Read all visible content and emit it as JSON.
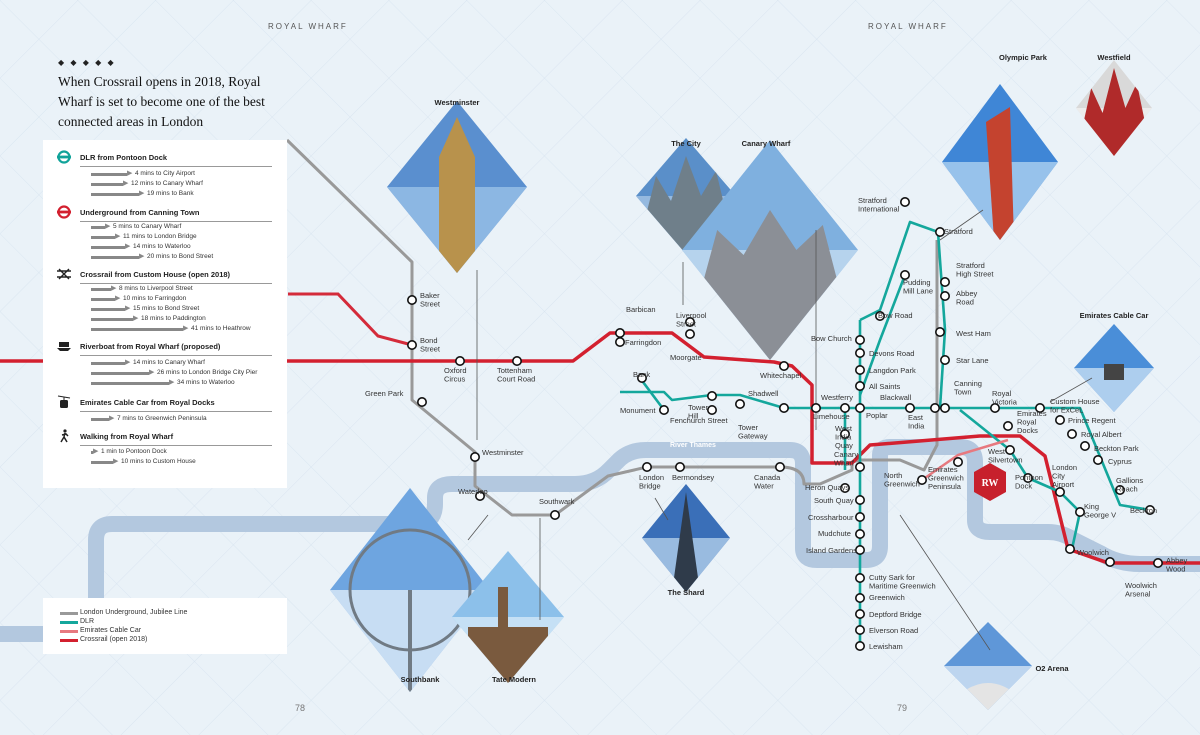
{
  "header": {
    "left": "ROYAL WHARF",
    "right": "ROYAL WHARF"
  },
  "pages": {
    "left": "78",
    "right": "79"
  },
  "headline_dots": "◆ ◆ ◆ ◆ ◆",
  "headline": "When Crossrail opens in 2018, Royal Wharf is set to become one of the best connected areas in London",
  "sections": [
    {
      "title": "DLR from Pontoon Dock",
      "icon": "dlr-roundel-icon",
      "color": "#11a39a",
      "rows": [
        {
          "text": "4 mins to City Airport",
          "w": 36
        },
        {
          "text": "12 mins to Canary Wharf",
          "w": 32
        },
        {
          "text": "19 mins to Bank",
          "w": 48
        }
      ]
    },
    {
      "title": "Underground from Canning Town",
      "icon": "underground-roundel-icon",
      "color": "#d3202f",
      "rows": [
        {
          "text": "5 mins to Canary Wharf",
          "w": 14
        },
        {
          "text": "11 mins to London Bridge",
          "w": 24
        },
        {
          "text": "14 mins to Waterloo",
          "w": 34
        },
        {
          "text": "20 mins to Bond Street",
          "w": 48
        }
      ]
    },
    {
      "title": "Crossrail from Custom House (open 2018)",
      "icon": "crossrail-icon",
      "color": "#222222",
      "rows": [
        {
          "text": "8 mins to Liverpool Street",
          "w": 20
        },
        {
          "text": "10 mins to Farringdon",
          "w": 24
        },
        {
          "text": "15 mins to Bond Street",
          "w": 34
        },
        {
          "text": "18 mins to Paddington",
          "w": 42
        },
        {
          "text": "41 mins to Heathrow",
          "w": 92
        }
      ]
    },
    {
      "title": "Riverboat from Royal Wharf (proposed)",
      "icon": "riverboat-icon",
      "color": "#222222",
      "rows": [
        {
          "text": "14 mins to Canary Wharf",
          "w": 34
        },
        {
          "text": "26 mins to London Bridge City Pier",
          "w": 58
        },
        {
          "text": "34 mins to Waterloo",
          "w": 78
        }
      ]
    },
    {
      "title": "Emirates Cable Car from Royal Docks",
      "icon": "cable-car-icon",
      "color": "#222222",
      "rows": [
        {
          "text": "7 mins to Greenwich Peninsula",
          "w": 18
        }
      ]
    },
    {
      "title": "Walking from Royal Wharf",
      "icon": "walking-person-icon",
      "color": "#222222",
      "rows": [
        {
          "text": "1 min to Pontoon Dock",
          "w": 2
        },
        {
          "text": "10 mins to Custom House",
          "w": 22
        }
      ]
    }
  ],
  "legend": [
    {
      "label": "London Underground, Jubilee Line",
      "color": "#999999"
    },
    {
      "label": "DLR",
      "color": "#14a79c"
    },
    {
      "label": "Emirates Cable Car",
      "color": "#e7797f"
    },
    {
      "label": "Crossrail (open 2018)",
      "color": "#d3202f"
    }
  ],
  "colors": {
    "background": "#eaf2f8",
    "river": "#b6c9e0",
    "crossrail": "#d3202f",
    "jubilee": "#999999",
    "dlr": "#14a79c",
    "cable_car": "#e7797f",
    "brand_badge": "#c7202c"
  },
  "river_label": "River Thames",
  "photos": [
    {
      "name": "westminster",
      "label": "Westminster",
      "scene": "big-ben-clock-tower",
      "colors": [
        "#5a8fcf",
        "#9ec4ea",
        "#b8924c"
      ]
    },
    {
      "name": "the-city",
      "label": "The City",
      "scene": "gherkin-skyline",
      "colors": [
        "#5a8fc9",
        "#a9c7e6",
        "#6f7f8a"
      ]
    },
    {
      "name": "canary-wharf",
      "label": "Canary Wharf",
      "scene": "canary-wharf-towers",
      "colors": [
        "#7fb0df",
        "#c8dff2",
        "#8b8f96"
      ]
    },
    {
      "name": "olympic-park",
      "label": "Olympic Park",
      "scene": "arcelormittal-orbit",
      "colors": [
        "#3f86d6",
        "#b5d5f2",
        "#c4432f"
      ]
    },
    {
      "name": "westfield",
      "label": "Westfield",
      "scene": "shopping-centre",
      "colors": [
        "#d9d9d9",
        "#f2f2f2",
        "#b02a2a"
      ]
    },
    {
      "name": "emirates-cable-car",
      "label": "Emirates Cable Car",
      "scene": "cable-car-gondola",
      "colors": [
        "#4a8ed8",
        "#cfe3f6",
        "#444"
      ]
    },
    {
      "name": "southbank",
      "label": "Southbank",
      "scene": "london-eye",
      "colors": [
        "#6ea5e0",
        "#e6f0f9",
        "#707a84"
      ]
    },
    {
      "name": "tate-modern",
      "label": "Tate Modern",
      "scene": "tate-modern-chimney",
      "colors": [
        "#8cc0ea",
        "#d8ebf8",
        "#7a5a3e"
      ]
    },
    {
      "name": "the-shard",
      "label": "The Shard",
      "scene": "shard-tower",
      "colors": [
        "#3a6fb8",
        "#b9d4ee",
        "#2f3b4a"
      ]
    },
    {
      "name": "o2-arena",
      "label": "O2 Arena",
      "scene": "o2-dome",
      "colors": [
        "#5f97d8",
        "#dceaf7",
        "#e4e4e4"
      ]
    }
  ],
  "stations": [
    {
      "id": "baker-street",
      "label": "Baker\nStreet"
    },
    {
      "id": "bond-street",
      "label": "Bond\nStreet"
    },
    {
      "id": "oxford-circus",
      "label": "Oxford\nCircus"
    },
    {
      "id": "tottenham-court-road",
      "label": "Tottenham\nCourt Road"
    },
    {
      "id": "green-park",
      "label": "Green Park"
    },
    {
      "id": "westminster",
      "label": "Westminster"
    },
    {
      "id": "waterloo",
      "label": "Waterloo"
    },
    {
      "id": "southwark",
      "label": "Southwark"
    },
    {
      "id": "london-bridge",
      "label": "London\nBridge"
    },
    {
      "id": "bermondsey",
      "label": "Bermondsey"
    },
    {
      "id": "canada-water",
      "label": "Canada\nWater"
    },
    {
      "id": "barbican",
      "label": "Barbican"
    },
    {
      "id": "farringdon",
      "label": "Farringdon"
    },
    {
      "id": "liverpool-street",
      "label": "Liverpool\nStreet"
    },
    {
      "id": "moorgate",
      "label": "Moorgate"
    },
    {
      "id": "whitechapel",
      "label": "Whitechapel"
    },
    {
      "id": "bank",
      "label": "Bank"
    },
    {
      "id": "monument",
      "label": "Monument"
    },
    {
      "id": "tower-hill",
      "label": "Tower\nHill"
    },
    {
      "id": "fenchurch-street",
      "label": "Fenchurch Street"
    },
    {
      "id": "tower-gateway",
      "label": "Tower\nGateway"
    },
    {
      "id": "shadwell",
      "label": "Shadwell"
    },
    {
      "id": "limehouse",
      "label": "Limehouse"
    },
    {
      "id": "westferry",
      "label": "Westferry"
    },
    {
      "id": "west-india-quay",
      "label": "West\nIndia\nQuay"
    },
    {
      "id": "canary-wharf",
      "label": "Canary\nWharf"
    },
    {
      "id": "heron-quays",
      "label": "Heron Quays"
    },
    {
      "id": "south-quay",
      "label": "South Quay"
    },
    {
      "id": "crossharbour",
      "label": "Crossharbour"
    },
    {
      "id": "mudchute",
      "label": "Mudchute"
    },
    {
      "id": "island-gardens",
      "label": "Island Gardens"
    },
    {
      "id": "cutty-sark",
      "label": "Cutty Sark for\nMaritime Greenwich"
    },
    {
      "id": "greenwich",
      "label": "Greenwich"
    },
    {
      "id": "deptford-bridge",
      "label": "Deptford Bridge"
    },
    {
      "id": "elverson-road",
      "label": "Elverson Road"
    },
    {
      "id": "lewisham",
      "label": "Lewisham"
    },
    {
      "id": "bow-church",
      "label": "Bow Church"
    },
    {
      "id": "bow-road",
      "label": "Bow Road"
    },
    {
      "id": "devons-road",
      "label": "Devons Road"
    },
    {
      "id": "langdon-park",
      "label": "Langdon Park"
    },
    {
      "id": "all-saints",
      "label": "All Saints"
    },
    {
      "id": "poplar",
      "label": "Poplar"
    },
    {
      "id": "blackwall",
      "label": "Blackwall"
    },
    {
      "id": "east-india",
      "label": "East\nIndia"
    },
    {
      "id": "canning-town",
      "label": "Canning\nTown"
    },
    {
      "id": "stratford-international",
      "label": "Stratford\nInternational"
    },
    {
      "id": "stratford",
      "label": "Stratford"
    },
    {
      "id": "stratford-high-street",
      "label": "Stratford\nHigh Street"
    },
    {
      "id": "pudding-mill-lane",
      "label": "Pudding\nMill Lane"
    },
    {
      "id": "abbey-road",
      "label": "Abbey\nRoad"
    },
    {
      "id": "west-ham",
      "label": "West Ham"
    },
    {
      "id": "star-lane",
      "label": "Star Lane"
    },
    {
      "id": "royal-victoria",
      "label": "Royal\nVictoria"
    },
    {
      "id": "custom-house",
      "label": "Custom House\nfor ExCeL"
    },
    {
      "id": "prince-regent",
      "label": "Prince Regent"
    },
    {
      "id": "royal-albert",
      "label": "Royal Albert"
    },
    {
      "id": "beckton-park",
      "label": "Beckton Park"
    },
    {
      "id": "cyprus",
      "label": "Cyprus"
    },
    {
      "id": "gallions-reach",
      "label": "Gallions\nReach"
    },
    {
      "id": "beckton",
      "label": "Beckton"
    },
    {
      "id": "emirates-royal-docks",
      "label": "Emirates\nRoyal\nDocks"
    },
    {
      "id": "west-silvertown",
      "label": "West\nSilvertown"
    },
    {
      "id": "pontoon-dock",
      "label": "Pontoon\nDock"
    },
    {
      "id": "london-city-airport",
      "label": "London\nCity\nAirport"
    },
    {
      "id": "king-george-v",
      "label": "King\nGeorge V"
    },
    {
      "id": "woolwich",
      "label": "Woolwich"
    },
    {
      "id": "woolwich-arsenal",
      "label": "Woolwich\nArsenal"
    },
    {
      "id": "abbey-wood",
      "label": "Abbey\nWood"
    },
    {
      "id": "north-greenwich",
      "label": "North\nGreenwich"
    },
    {
      "id": "emirates-greenwich-peninsula",
      "label": "Emirates\nGreenwich\nPeninsula"
    }
  ],
  "badge": "RW"
}
